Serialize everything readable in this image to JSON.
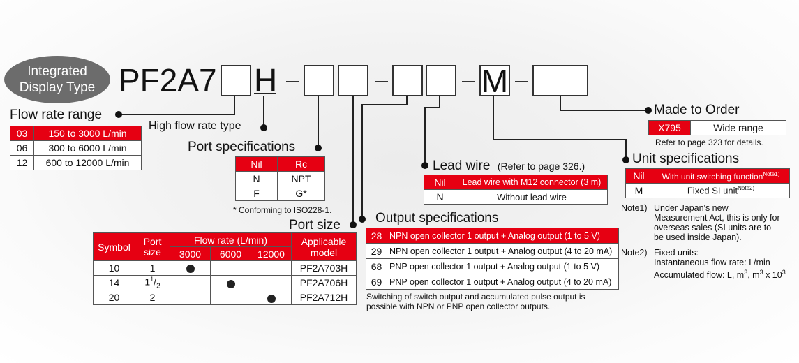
{
  "badge": {
    "line1": "Integrated",
    "line2": "Display Type"
  },
  "model": {
    "prefix": "PF2A7",
    "h_char": "H",
    "m_char": "M"
  },
  "flow_rate_range": {
    "title": "Flow rate range",
    "rows": [
      [
        "03",
        "150 to 3000 L/min"
      ],
      [
        "06",
        "300 to 6000 L/min"
      ],
      [
        "12",
        "600 to 12000 L/min"
      ]
    ]
  },
  "high_flow": {
    "title": "High flow rate type"
  },
  "port_spec": {
    "title": "Port specifications",
    "header": [
      "Nil",
      "Rc"
    ],
    "rows": [
      [
        "N",
        "NPT"
      ],
      [
        "F",
        "G*"
      ]
    ],
    "note": "* Conforming to ISO228-1."
  },
  "port_size": {
    "title": "Port size",
    "headers": {
      "symbol": "Symbol",
      "port": "Port",
      "size": "size",
      "flow": "Flow rate (L/min)",
      "applicable": "Applicable",
      "model": "model"
    },
    "flow_cols": [
      "3000",
      "6000",
      "12000"
    ],
    "rows": [
      {
        "symbol": "10",
        "size": "1",
        "dot_col": 0,
        "model": "PF2A703H"
      },
      {
        "symbol": "14",
        "size_whole": "1",
        "size_num": "1",
        "size_den": "2",
        "dot_col": 1,
        "model": "PF2A706H"
      },
      {
        "symbol": "20",
        "size": "2",
        "dot_col": 2,
        "model": "PF2A712H"
      }
    ]
  },
  "output_spec": {
    "title": "Output  specifications",
    "rows": [
      [
        "28",
        "NPN open collector 1 output + Analog output (1 to 5 V)"
      ],
      [
        "29",
        "NPN open collector 1 output + Analog output (4 to 20 mA)"
      ],
      [
        "68",
        "PNP open collector 1 output + Analog output (1 to 5 V)"
      ],
      [
        "69",
        "PNP open collector 1 output + Analog output (4 to 20 mA)"
      ]
    ],
    "note_line1": "Switching of switch output and accumulated pulse output is",
    "note_line2": "possible with NPN or PNP open collector outputs."
  },
  "lead_wire": {
    "title": "Lead wire",
    "ref": "(Refer to page 326.)",
    "rows": [
      [
        "Nil",
        "Lead wire with M12 connector (3 m)"
      ],
      [
        "N",
        "Without lead wire"
      ]
    ]
  },
  "unit_spec": {
    "title": "Unit specifications",
    "rows": [
      {
        "code": "Nil",
        "text": "With unit switching function",
        "note": "Note1)"
      },
      {
        "code": "M",
        "text": "Fixed SI unit",
        "note": "Note2)"
      }
    ],
    "note1_label": "Note1)",
    "note1_lines": [
      "Under Japan's new",
      "Measurement Act, this is only for",
      "overseas sales (SI units are to",
      "be used inside Japan)."
    ],
    "note2_label": "Note2)",
    "note2_lines": [
      "Fixed units:",
      "Instantaneous flow rate: L/min",
      "Accumulated flow: L, m"
    ],
    "note2_tail": ", m",
    "note2_tail2": " x 10",
    "sup3": "3"
  },
  "made_to_order": {
    "title": "Made to Order",
    "rows": [
      [
        "X795",
        "Wide range"
      ]
    ],
    "ref": "Refer to page 323 for details."
  },
  "colors": {
    "accent": "#e60012",
    "badge": "#6c6c6c"
  }
}
